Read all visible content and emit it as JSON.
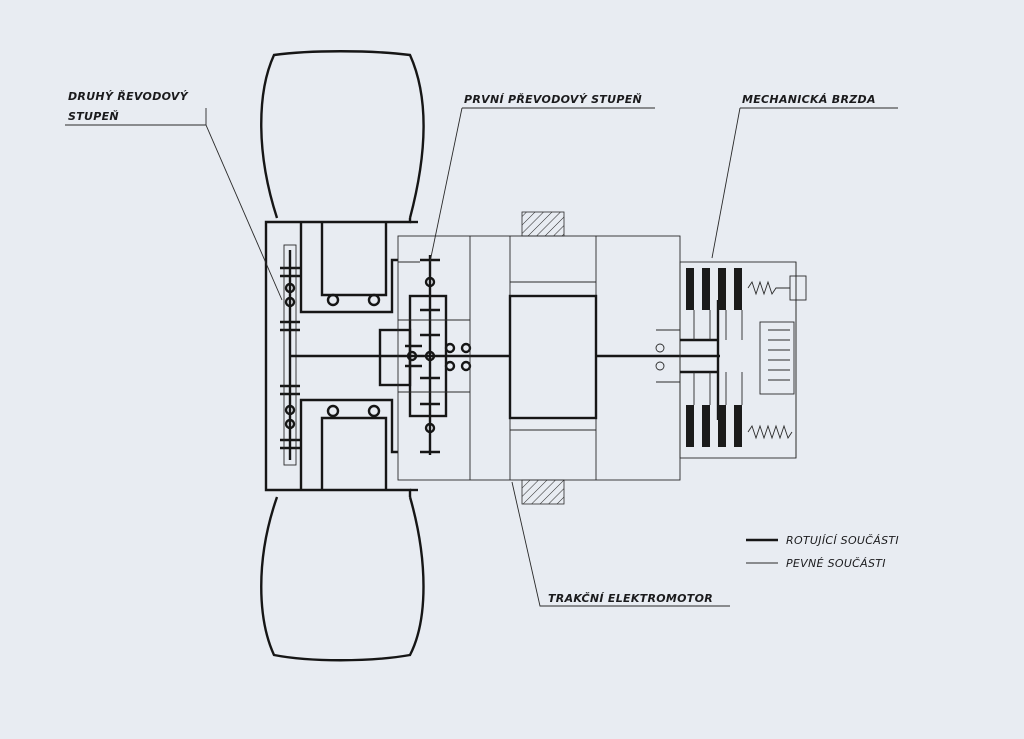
{
  "labels": {
    "second_stage_line1": "DRUHÝ ŘEVODOVÝ",
    "second_stage_line2": "STUPEŇ",
    "first_stage": "PRVNÍ PŘEVODOVÝ STUPEŇ",
    "mech_brake": "MECHANICKÁ BRZDA",
    "traction_motor": "TRAKČNÍ ELEKTROMOTOR"
  },
  "legend": {
    "rotating": "ROTUJÍCÍ SOUČÁSTI",
    "fixed": "PEVNÉ SOUČÁSTI"
  },
  "colors": {
    "paper": "#e8ecf2",
    "ink": "#161616"
  }
}
